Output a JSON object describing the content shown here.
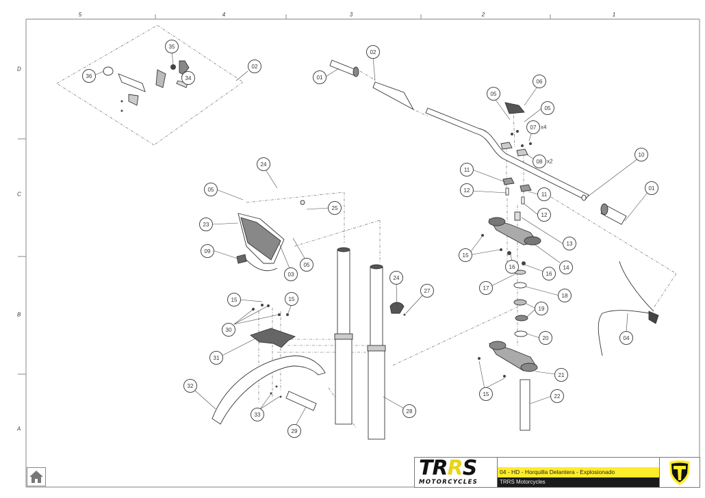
{
  "drawing": {
    "title": "04 - HD - Horquilla Delantera - Explosionado",
    "company": "TRRS Motorcycles",
    "logo_text_main": "TR",
    "logo_text_accent": "R",
    "logo_text_end": "S",
    "logo_subtitle": "MOTORCYCLES",
    "brand_yellow": "#ffec2a",
    "brand_black": "#1b1b1b"
  },
  "grid": {
    "columns": [
      "5",
      "4",
      "3",
      "2",
      "1"
    ],
    "rows": [
      "D",
      "C",
      "B",
      "A"
    ]
  },
  "home_button": {
    "icon": "home-icon"
  },
  "callouts": [
    {
      "id": "36",
      "label": "36"
    },
    {
      "id": "35",
      "label": "35"
    },
    {
      "id": "34",
      "label": "34"
    },
    {
      "id": "02a",
      "label": "02"
    },
    {
      "id": "01a",
      "label": "01"
    },
    {
      "id": "02b",
      "label": "02"
    },
    {
      "id": "06",
      "label": "06"
    },
    {
      "id": "05a",
      "label": "05"
    },
    {
      "id": "05b",
      "label": "05"
    },
    {
      "id": "07",
      "label": "07",
      "qty": "x4"
    },
    {
      "id": "08",
      "label": "08",
      "qty": "x2"
    },
    {
      "id": "10",
      "label": "10"
    },
    {
      "id": "01b",
      "label": "01"
    },
    {
      "id": "11a",
      "label": "11"
    },
    {
      "id": "11b",
      "label": "11"
    },
    {
      "id": "12a",
      "label": "12"
    },
    {
      "id": "12b",
      "label": "12"
    },
    {
      "id": "13",
      "label": "13"
    },
    {
      "id": "14",
      "label": "14"
    },
    {
      "id": "15a",
      "label": "15"
    },
    {
      "id": "16a",
      "label": "16"
    },
    {
      "id": "16b",
      "label": "16"
    },
    {
      "id": "17",
      "label": "17"
    },
    {
      "id": "18",
      "label": "18"
    },
    {
      "id": "19",
      "label": "19"
    },
    {
      "id": "20",
      "label": "20"
    },
    {
      "id": "21",
      "label": "21"
    },
    {
      "id": "15b",
      "label": "15"
    },
    {
      "id": "22",
      "label": "22"
    },
    {
      "id": "04",
      "label": "04"
    },
    {
      "id": "24a",
      "label": "24"
    },
    {
      "id": "05c",
      "label": "05"
    },
    {
      "id": "25",
      "label": "25"
    },
    {
      "id": "23",
      "label": "23"
    },
    {
      "id": "09",
      "label": "09"
    },
    {
      "id": "03",
      "label": "03"
    },
    {
      "id": "05d",
      "label": "05"
    },
    {
      "id": "24b",
      "label": "24"
    },
    {
      "id": "27",
      "label": "27"
    },
    {
      "id": "15c",
      "label": "15"
    },
    {
      "id": "15d",
      "label": "15"
    },
    {
      "id": "30",
      "label": "30"
    },
    {
      "id": "31",
      "label": "31"
    },
    {
      "id": "32",
      "label": "32"
    },
    {
      "id": "33",
      "label": "33"
    },
    {
      "id": "29",
      "label": "29"
    },
    {
      "id": "28",
      "label": "28"
    }
  ]
}
